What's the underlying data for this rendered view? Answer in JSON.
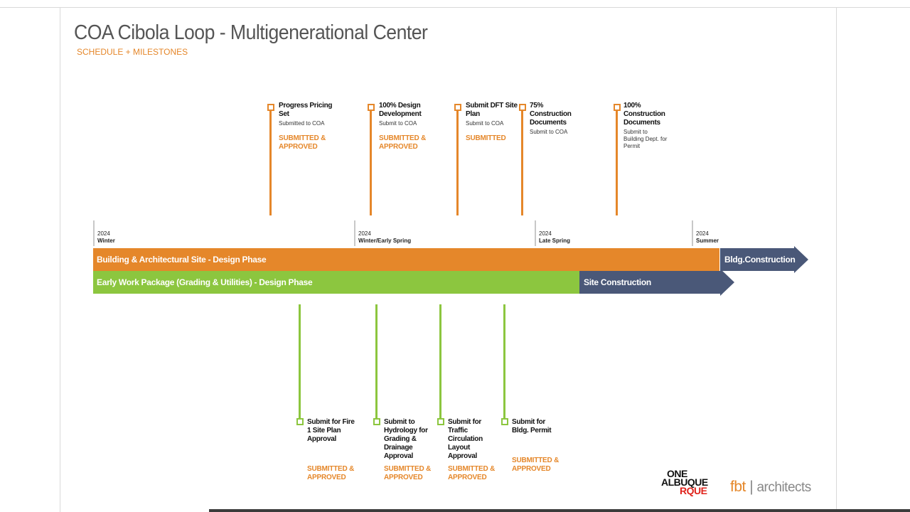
{
  "header": {
    "title": "COA Cibola Loop - Multigenerational Center",
    "subtitle": "SCHEDULE + MILESTONES"
  },
  "timeline": [
    {
      "year": "2024",
      "season": "Winter"
    },
    {
      "year": "2024",
      "season": "Winter/Early Spring"
    },
    {
      "year": "2024",
      "season": "Late Spring"
    },
    {
      "year": "2024",
      "season": "Summer"
    }
  ],
  "bars": {
    "building_design": "Building & Architectural Site - Design Phase",
    "building_construction": "Bldg.Construction",
    "early_work_design": "Early Work Package (Grading & Utilities) - Design Phase",
    "site_construction": "Site Construction"
  },
  "top_milestones": [
    {
      "name": "Progress Pricing Set",
      "note": "Submitted to COA",
      "status": "SUBMITTED & APPROVED"
    },
    {
      "name": "100% Design Development",
      "note": "Submit to COA",
      "status": "SUBMITTED & APPROVED"
    },
    {
      "name": "Submit DFT Site Plan",
      "note": "Submit to COA",
      "status": "SUBMITTED"
    },
    {
      "name": "75% Construction Documents",
      "note": "Submit to COA",
      "status": ""
    },
    {
      "name": "100% Construction Documents",
      "note": "Submit to Building Dept. for Permit",
      "status": ""
    }
  ],
  "bottom_milestones": [
    {
      "name": "Submit for Fire 1 Site Plan Approval",
      "status": "SUBMITTED & APPROVED"
    },
    {
      "name": "Submit to Hydrology for Grading & Drainage Approval",
      "status": "SUBMITTED & APPROVED"
    },
    {
      "name": "Submit for Traffic Circulation Layout Approval",
      "status": "SUBMITTED & APPROVED"
    },
    {
      "name": "Submit for Bldg. Permit",
      "status": "SUBMITTED & APPROVED"
    }
  ],
  "logos": {
    "one_line1": "ONE",
    "one_line2": "ALBUQUE",
    "one_line3": "RQUE",
    "fbt": "fbt",
    "architects": "architects"
  },
  "colors": {
    "orange": "#e5872a",
    "green": "#8cc63f",
    "navy": "#4a5878"
  }
}
